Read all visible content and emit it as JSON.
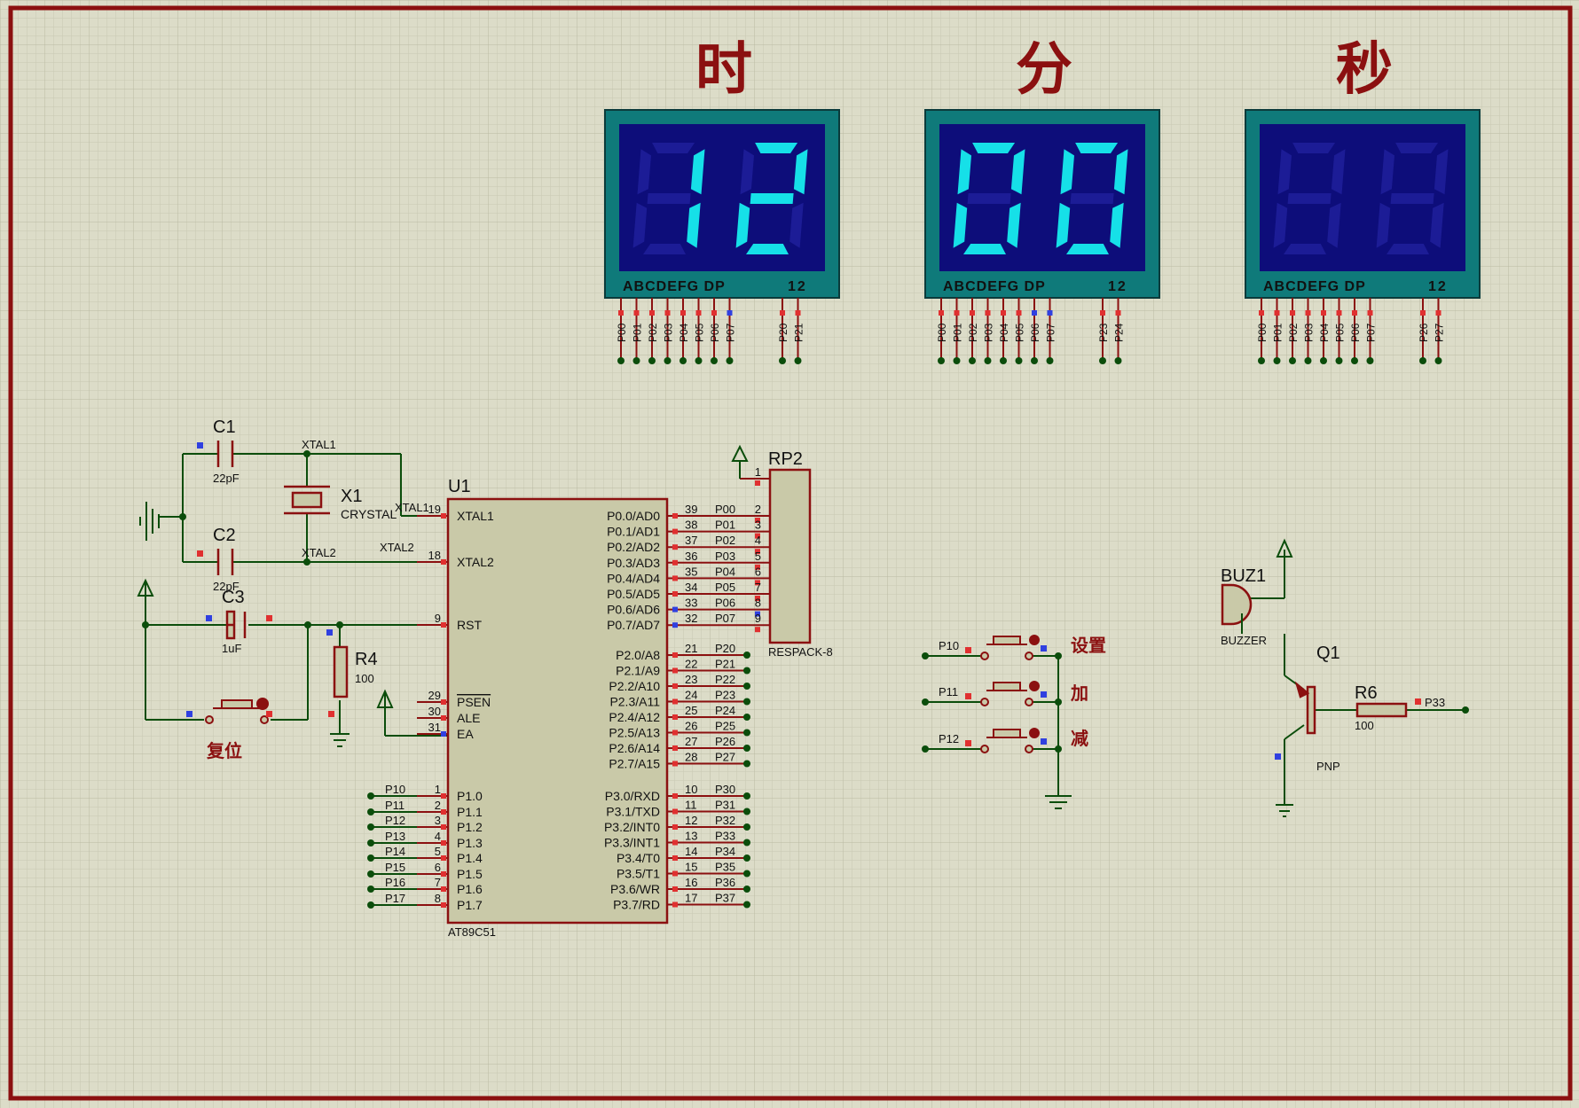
{
  "display": {
    "headings": [
      "时",
      "分",
      "秒"
    ],
    "digits": [
      [
        "1",
        "2"
      ],
      [
        "0",
        "0"
      ],
      [
        "",
        ""
      ]
    ],
    "strip_text": "ABCDEFG  DP",
    "strip_num": "12",
    "pin_labels": [
      [
        "P00",
        "P01",
        "P02",
        "P03",
        "P04",
        "P05",
        "P06",
        "P07",
        "P20",
        "P21"
      ],
      [
        "P00",
        "P01",
        "P02",
        "P03",
        "P04",
        "P05",
        "P06",
        "P07",
        "P23",
        "P24"
      ],
      [
        "P00",
        "P01",
        "P02",
        "P03",
        "P04",
        "P05",
        "P06",
        "P07",
        "P26",
        "P27"
      ]
    ]
  },
  "mcu": {
    "ref": "U1",
    "part": "AT89C51",
    "left_pins": [
      {
        "num": "19",
        "name": "XTAL1",
        "net": "XTAL1"
      },
      {
        "num": "18",
        "name": "XTAL2",
        "net": "XTAL2"
      },
      {
        "num": "9",
        "name": "RST",
        "net": ""
      },
      {
        "num": "29",
        "name": "PSEN",
        "net": ""
      },
      {
        "num": "30",
        "name": "ALE",
        "net": ""
      },
      {
        "num": "31",
        "name": "EA",
        "net": ""
      },
      {
        "num": "1",
        "name": "P1.0",
        "net": "P10"
      },
      {
        "num": "2",
        "name": "P1.1",
        "net": "P11"
      },
      {
        "num": "3",
        "name": "P1.2",
        "net": "P12"
      },
      {
        "num": "4",
        "name": "P1.3",
        "net": "P13"
      },
      {
        "num": "5",
        "name": "P1.4",
        "net": "P14"
      },
      {
        "num": "6",
        "name": "P1.5",
        "net": "P15"
      },
      {
        "num": "7",
        "name": "P1.6",
        "net": "P16"
      },
      {
        "num": "8",
        "name": "P1.7",
        "net": "P17"
      }
    ],
    "right_pins": [
      {
        "num": "39",
        "name": "P0.0/AD0",
        "net": "P00"
      },
      {
        "num": "38",
        "name": "P0.1/AD1",
        "net": "P01"
      },
      {
        "num": "37",
        "name": "P0.2/AD2",
        "net": "P02"
      },
      {
        "num": "36",
        "name": "P0.3/AD3",
        "net": "P03"
      },
      {
        "num": "35",
        "name": "P0.4/AD4",
        "net": "P04"
      },
      {
        "num": "34",
        "name": "P0.5/AD5",
        "net": "P05"
      },
      {
        "num": "33",
        "name": "P0.6/AD6",
        "net": "P06"
      },
      {
        "num": "32",
        "name": "P0.7/AD7",
        "net": "P07"
      },
      {
        "num": "21",
        "name": "P2.0/A8",
        "net": "P20"
      },
      {
        "num": "22",
        "name": "P2.1/A9",
        "net": "P21"
      },
      {
        "num": "23",
        "name": "P2.2/A10",
        "net": "P22"
      },
      {
        "num": "24",
        "name": "P2.3/A11",
        "net": "P23"
      },
      {
        "num": "25",
        "name": "P2.4/A12",
        "net": "P24"
      },
      {
        "num": "26",
        "name": "P2.5/A13",
        "net": "P25"
      },
      {
        "num": "27",
        "name": "P2.6/A14",
        "net": "P26"
      },
      {
        "num": "28",
        "name": "P2.7/A15",
        "net": "P27"
      },
      {
        "num": "10",
        "name": "P3.0/RXD",
        "net": "P30"
      },
      {
        "num": "11",
        "name": "P3.1/TXD",
        "net": "P31"
      },
      {
        "num": "12",
        "name": "P3.2/INT0",
        "net": "P32"
      },
      {
        "num": "13",
        "name": "P3.3/INT1",
        "net": "P33"
      },
      {
        "num": "14",
        "name": "P3.4/T0",
        "net": "P34"
      },
      {
        "num": "15",
        "name": "P3.5/T1",
        "net": "P35"
      },
      {
        "num": "16",
        "name": "P3.6/WR",
        "net": "P36"
      },
      {
        "num": "17",
        "name": "P3.7/RD",
        "net": "P37"
      }
    ]
  },
  "rp2": {
    "ref": "RP2",
    "part": "RESPACK-8",
    "pins": [
      "1",
      "2",
      "3",
      "4",
      "5",
      "6",
      "7",
      "8",
      "9"
    ]
  },
  "crystal": {
    "ref": "X1",
    "part": "CRYSTAL",
    "xtal1": "XTAL1",
    "xtal2": "XTAL2"
  },
  "c1": {
    "ref": "C1",
    "value": "22pF"
  },
  "c2": {
    "ref": "C2",
    "value": "22pF"
  },
  "c3": {
    "ref": "C3",
    "value": "1uF"
  },
  "r4": {
    "ref": "R4",
    "value": "100"
  },
  "reset_label": "复位",
  "buttons": [
    {
      "net": "P10",
      "label": "设置"
    },
    {
      "net": "P11",
      "label": "加"
    },
    {
      "net": "P12",
      "label": "减"
    }
  ],
  "buzzer": {
    "ref": "BUZ1",
    "part": "BUZZER"
  },
  "q1": {
    "ref": "Q1",
    "part": "PNP"
  },
  "r6": {
    "ref": "R6",
    "value": "100",
    "net": "P33"
  },
  "colors": {
    "background": "#dcdcc8",
    "wire": "#0b4d0b",
    "component": "#8b1010",
    "component_fill": "#c9c9a8",
    "display_frame": "#0f7a7a",
    "display_face": "#0d0d7a",
    "segment_on": "#16e0e8",
    "segment_off": "#1c1c96"
  }
}
